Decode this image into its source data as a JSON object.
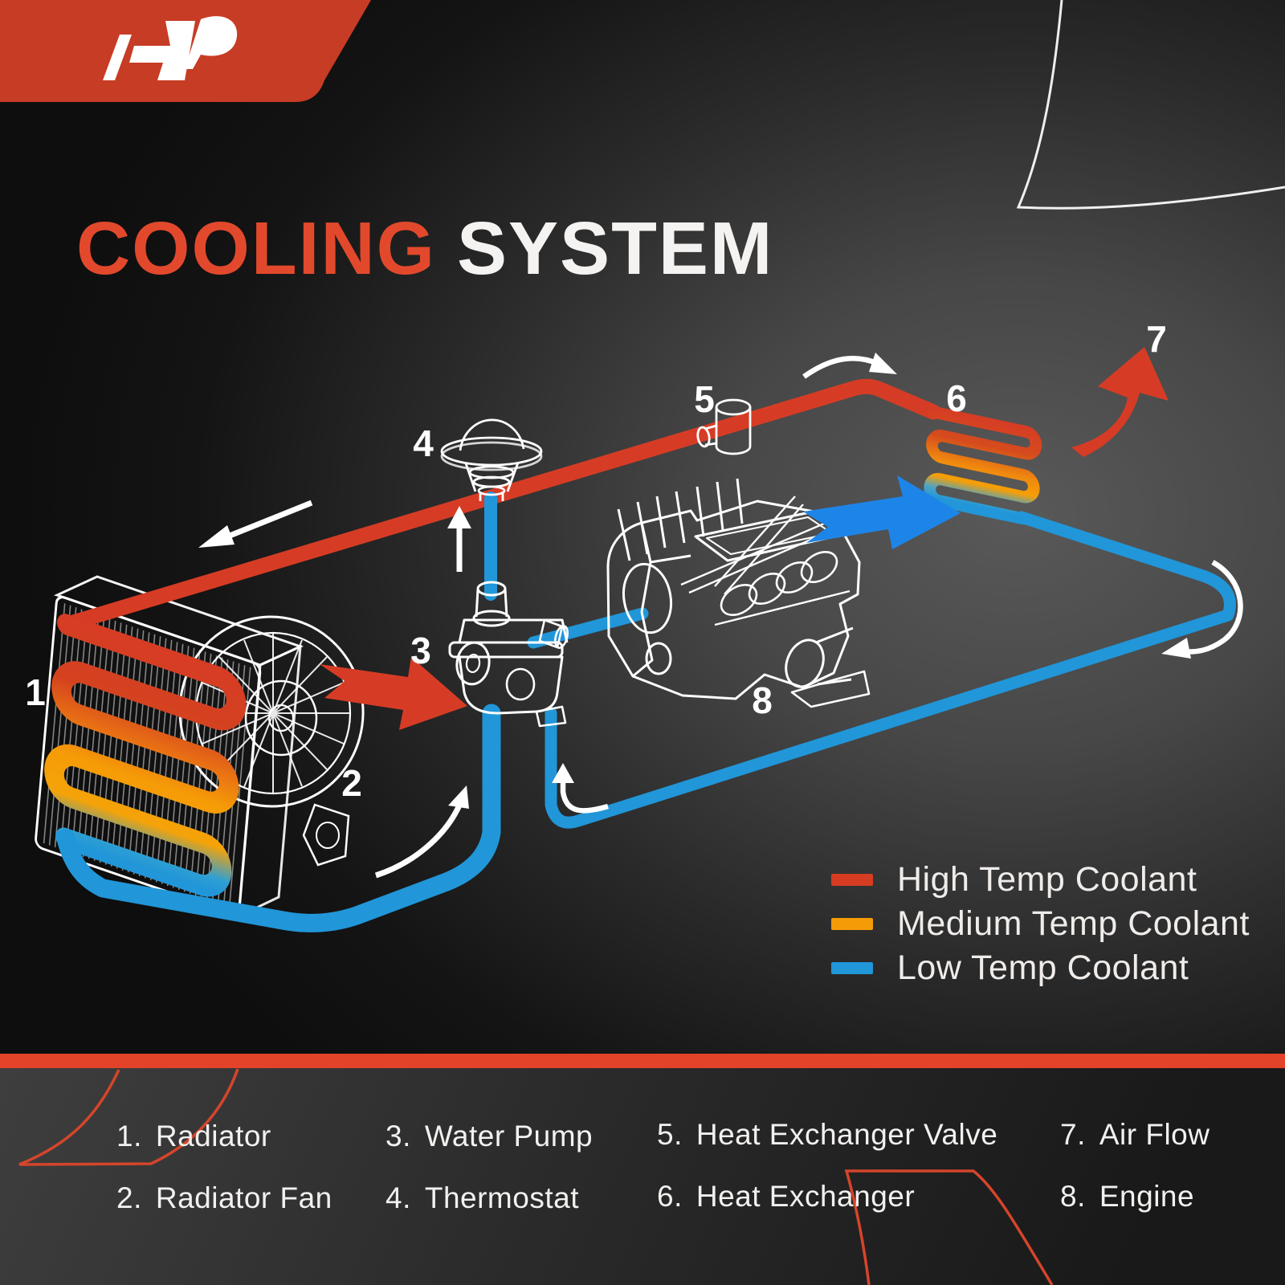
{
  "brand": {
    "logo_icon": "ap-logo"
  },
  "title": {
    "highlight": "COOLING",
    "rest": "SYSTEM"
  },
  "temp_legend": {
    "items": [
      {
        "label": "High Temp Coolant",
        "color": "#d63c22"
      },
      {
        "label": "Medium Temp Coolant",
        "color": "#f59b07"
      },
      {
        "label": "Low Temp Coolant",
        "color": "#2196d8"
      }
    ]
  },
  "parts": [
    {
      "marker": "1",
      "index_label": "1.",
      "label": "Radiator"
    },
    {
      "marker": "2",
      "index_label": "2.",
      "label": "Radiator Fan"
    },
    {
      "marker": "3",
      "index_label": "3.",
      "label": "Water Pump"
    },
    {
      "marker": "4",
      "index_label": "4.",
      "label": "Thermostat"
    },
    {
      "marker": "5",
      "index_label": "5.",
      "label": "Heat Exchanger Valve"
    },
    {
      "marker": "6",
      "index_label": "6.",
      "label": "Heat Exchanger"
    },
    {
      "marker": "7",
      "index_label": "7.",
      "label": "Air Flow"
    },
    {
      "marker": "8",
      "index_label": "8.",
      "label": "Engine"
    }
  ],
  "colors": {
    "high_temp": "#d63c25",
    "medium_temp": "#f59b07",
    "low_temp": "#2196d8",
    "air_arrow_blue": "#1e85e8",
    "banner": "#c73c25",
    "footer_band": "#e24329"
  }
}
